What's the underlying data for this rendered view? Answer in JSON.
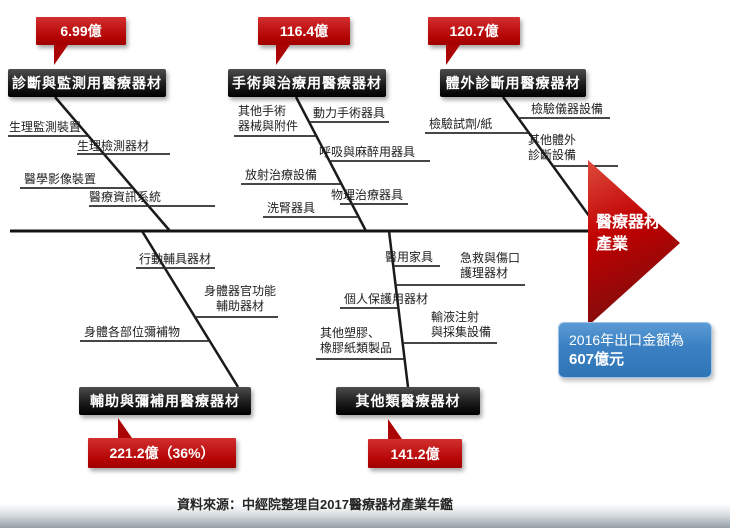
{
  "arrow": {
    "label": "醫療器材\n產業"
  },
  "note": {
    "line1": "2016年出口金額為",
    "line2": "607億元"
  },
  "source": "資料來源：中經院整理自2017醫療器材產業年鑑",
  "colors": {
    "badge_red": "#C00000",
    "category_black": "#1c1c1c",
    "note_blue": "#2E75B6",
    "arrow_red": "#C00000"
  },
  "categories": [
    {
      "name": "診斷與監測用醫療器材",
      "value": "6.99億",
      "items": [
        "生理監測裝置",
        "生理檢測器材",
        "醫學影像裝置",
        "醫療資訊系統"
      ]
    },
    {
      "name": "手術與治療用醫療器材",
      "value": "116.4億",
      "items": [
        "其他手術\n器械與附件",
        "動力手術器具",
        "呼吸與麻醉用器具",
        "放射治療設備",
        "物理治療器具",
        "洗腎器具"
      ]
    },
    {
      "name": "體外診斷用醫療器材",
      "value": "120.7億",
      "items": [
        "檢驗儀器設備",
        "檢驗試劑/紙",
        "其他體外\n診斷設備"
      ]
    },
    {
      "name": "輔助與彌補用醫療器材",
      "value": "221.2億（36%）",
      "items": [
        "行動輔具器材",
        "身體器官功能\n輔助器材",
        "身體各部位彌補物"
      ]
    },
    {
      "name": "其他類醫療器材",
      "value": "141.2億",
      "items": [
        "醫用家具",
        "急救與傷口\n護理器材",
        "個人保護用器材",
        "輸液注射\n與採集設備",
        "其他塑膠、\n橡膠紙類製品"
      ]
    }
  ]
}
